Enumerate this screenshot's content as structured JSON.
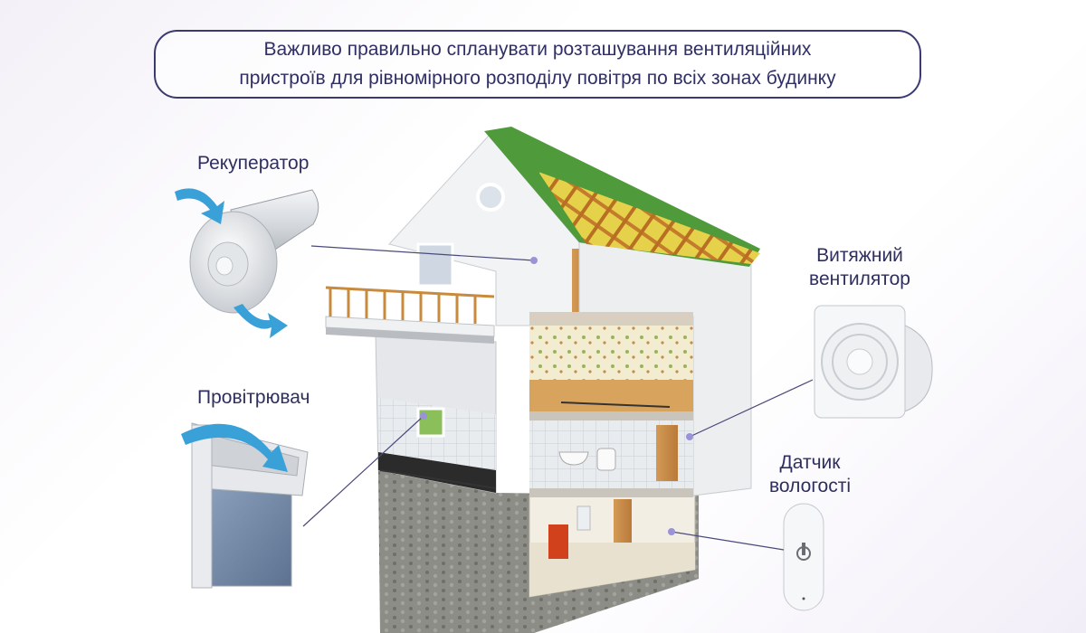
{
  "banner": {
    "line1": "Важливо правильно спланувати розташування вентиляційних",
    "line2": "пристроїв для рівномірного розподілу повітря по всіх зонах будинку"
  },
  "devices": {
    "recuperator": "Рекуператор",
    "ventilator": "Провітрювач",
    "exhaust_fan_line1": "Витяжний",
    "exhaust_fan_line2": "вентилятор",
    "humidity_sensor_line1": "Датчик",
    "humidity_sensor_line2": "вологості"
  },
  "colors": {
    "line": "#4a4a7a",
    "dot": "#9a93d8",
    "roof": "#4f9a3a",
    "airflow": "#3aa0d8"
  }
}
